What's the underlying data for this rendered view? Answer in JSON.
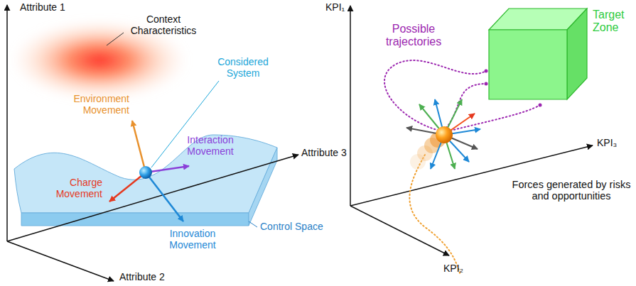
{
  "diagram": {
    "nodes": [
      {
        "text": [
          "Target Zone"
        ]
      }
    ],
    "labels": [
      "Attribute 1",
      "Context Characteristics",
      "Considered System",
      "Environment Movement",
      "Interaction Movement",
      "Attribute 3",
      "Charge Movement",
      "Control Space",
      "Innovation Movement",
      "Attribute 2",
      "KPI₁",
      "Possible trajectories",
      "KPI₃",
      "Forces generated by risks and opportunities",
      "KPI₂"
    ]
  }
}
